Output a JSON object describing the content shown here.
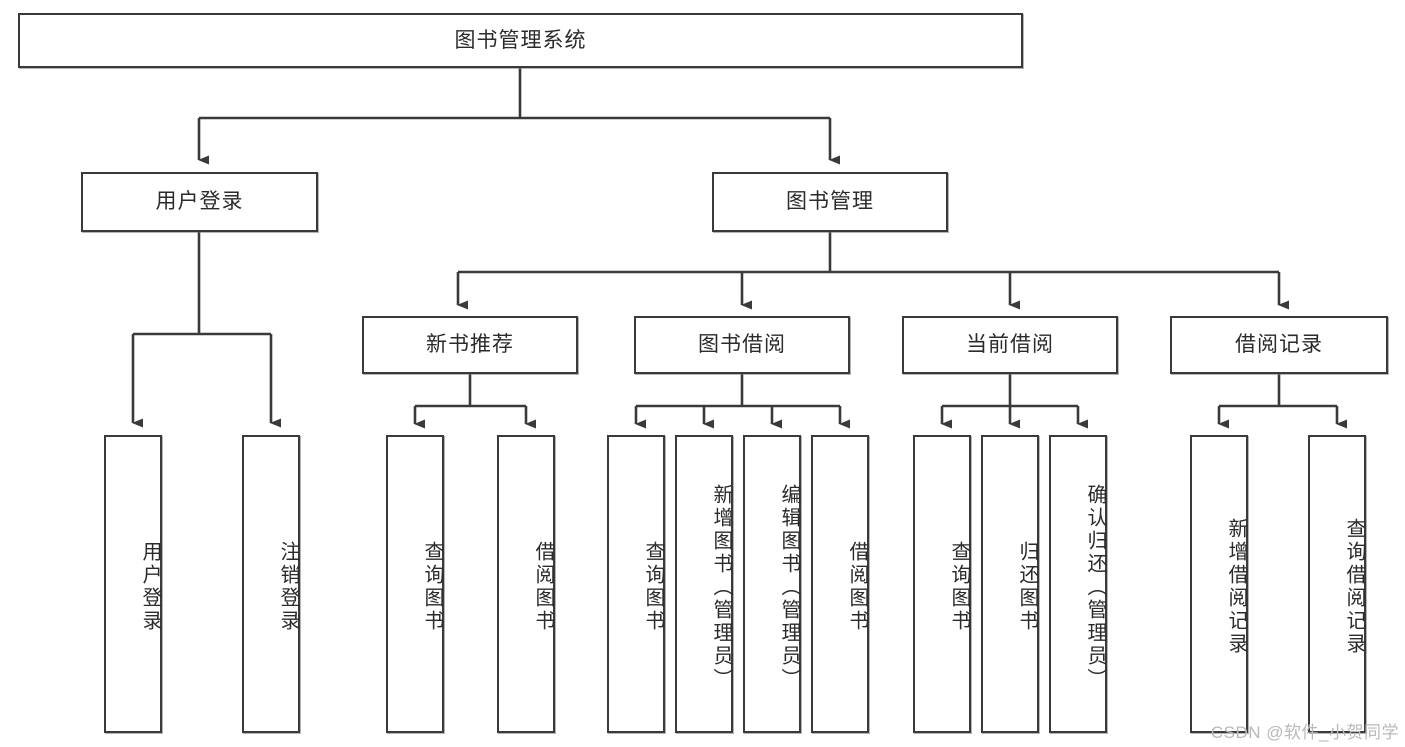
{
  "diagram": {
    "title": "图书管理系统",
    "type": "tree-hierarchy-diagram",
    "watermark": "CSDN @软件_小贺同学",
    "colors": {
      "stroke": "#3a3a3a",
      "text": "#2b2b2b",
      "background": "#ffffff",
      "watermark": "#b9b9b9"
    },
    "root": {
      "label": "图书管理系统"
    },
    "level1": [
      {
        "label": "用户登录"
      },
      {
        "label": "图书管理"
      }
    ],
    "level2": [
      {
        "label": "新书推荐"
      },
      {
        "label": "图书借阅"
      },
      {
        "label": "当前借阅"
      },
      {
        "label": "借阅记录"
      }
    ],
    "leaves": {
      "user_login": [
        {
          "label": "用户登录"
        },
        {
          "label": "注销登录"
        }
      ],
      "new_book_recommend": [
        {
          "label": "查询图书"
        },
        {
          "label": "借阅图书"
        }
      ],
      "book_borrow": [
        {
          "label": "查询图书"
        },
        {
          "label": "新增图书（管理员）"
        },
        {
          "label": "编辑图书（管理员）"
        },
        {
          "label": "借阅图书"
        }
      ],
      "current_borrow": [
        {
          "label": "查询图书"
        },
        {
          "label": "归还图书"
        },
        {
          "label": "确认归还（管理员）"
        }
      ],
      "borrow_record": [
        {
          "label": "新增借阅记录"
        },
        {
          "label": "查询借阅记录"
        }
      ]
    }
  }
}
